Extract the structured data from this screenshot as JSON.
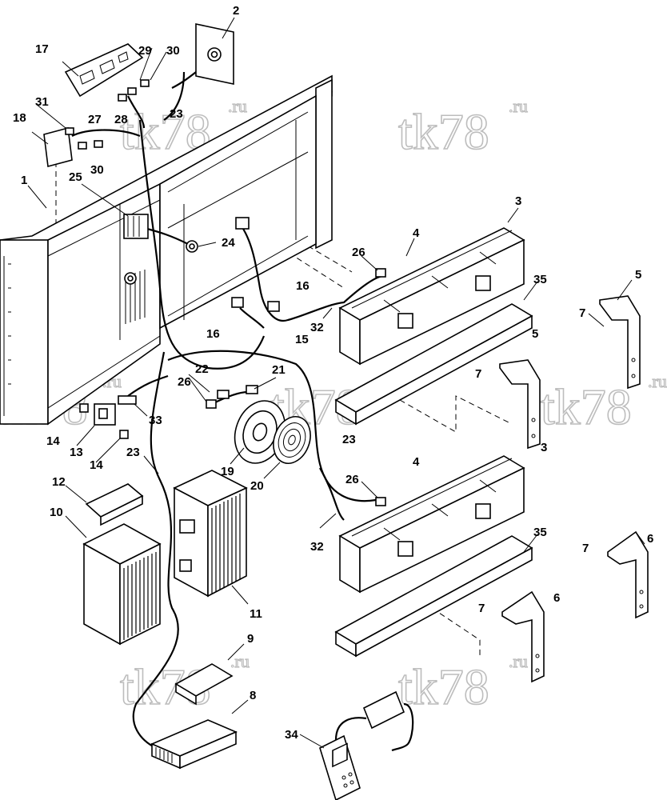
{
  "watermark": {
    "text": "tk78",
    "suffix": ".ru"
  },
  "callouts": [
    "1",
    "2",
    "3",
    "4",
    "5",
    "6",
    "7",
    "8",
    "9",
    "10",
    "11",
    "12",
    "13",
    "14",
    "15",
    "16",
    "17",
    "18",
    "19",
    "20",
    "21",
    "22",
    "23",
    "24",
    "25",
    "26",
    "27",
    "28",
    "29",
    "30",
    "31",
    "32",
    "33",
    "34",
    "35"
  ]
}
